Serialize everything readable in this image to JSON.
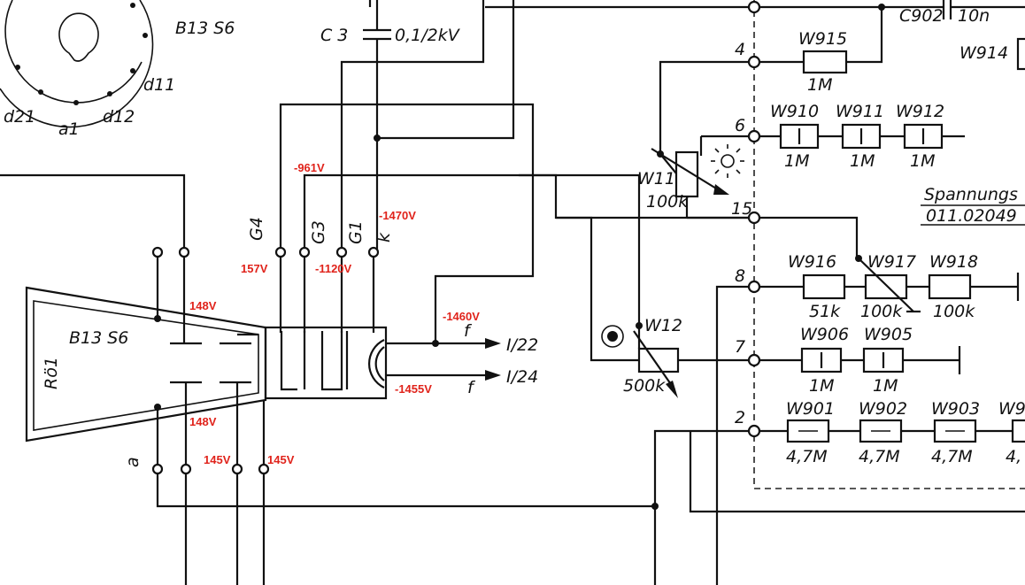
{
  "tube": {
    "socket_type": "B13 S6",
    "body_type": "B13 S6",
    "designator": "Rö1",
    "pins": [
      "d21",
      "a1",
      "d12",
      "d11"
    ],
    "electrodes": [
      "G4",
      "G3",
      "G1",
      "k"
    ],
    "a_terminal": "a"
  },
  "capacitors": [
    {
      "ref": "C 3",
      "value": "0,1/2kV"
    },
    {
      "ref": "C902",
      "value": "10n"
    }
  ],
  "connectors": {
    "pins": [
      "4",
      "6",
      "15",
      "8",
      "7",
      "2"
    ],
    "outputs": [
      {
        "mark": "f",
        "label": "I/22"
      },
      {
        "mark": "f",
        "label": "I/24"
      }
    ]
  },
  "resistors": [
    {
      "ref": "W915",
      "value": "1M"
    },
    {
      "ref": "W914",
      "value": ""
    },
    {
      "ref": "W910",
      "value": "1M"
    },
    {
      "ref": "W911",
      "value": "1M"
    },
    {
      "ref": "W912",
      "value": "1M"
    },
    {
      "ref": "W916",
      "value": "51k"
    },
    {
      "ref": "W917",
      "value": "100k"
    },
    {
      "ref": "W918",
      "value": "100k"
    },
    {
      "ref": "W906",
      "value": "1M"
    },
    {
      "ref": "W905",
      "value": "1M"
    },
    {
      "ref": "W901",
      "value": "4,7M"
    },
    {
      "ref": "W902",
      "value": "4,7M"
    },
    {
      "ref": "W903",
      "value": "4,7M"
    }
  ],
  "pots": [
    {
      "ref": "W11",
      "value": "100k"
    },
    {
      "ref": "W12",
      "value": "500k"
    }
  ],
  "partials": {
    "w9_cut": "W9",
    "value_cut": "4,"
  },
  "power_supply": {
    "line1": "Spannungs",
    "line2": "011.02049"
  },
  "voltage_annotations": {
    "g4": "157V",
    "g3": "-961V",
    "g1": "-1120V",
    "k": "-1470V",
    "defl_top": "148V",
    "defl_bottom": "148V",
    "defl_l": "145V",
    "defl_r": "145V",
    "out_top": "-1460V",
    "out_bottom": "-1455V"
  },
  "colors": {
    "ink": "#111111",
    "annotation": "#e0231b",
    "paper": "#ffffff"
  }
}
